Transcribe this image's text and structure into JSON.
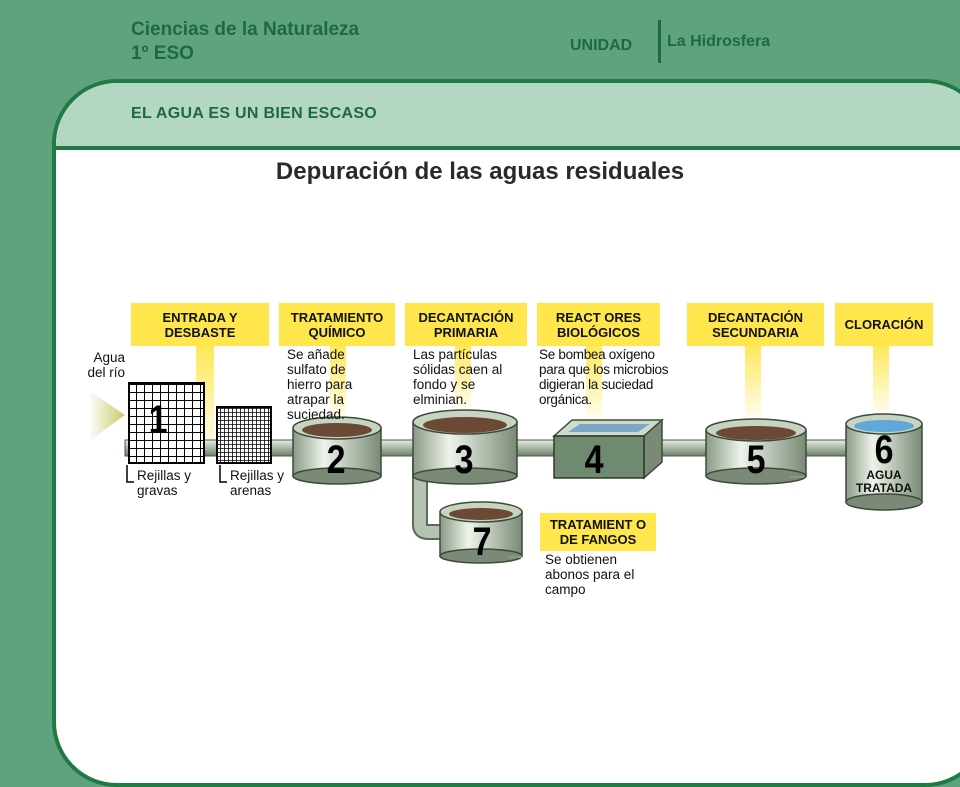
{
  "header": {
    "subject": "Ciencias de la Naturaleza",
    "course": "1º ESO",
    "unit_label": "UNIDAD",
    "unit_name": "La Hidrosfera",
    "section": "EL AGUA ES UN BIEN ESCASO"
  },
  "title": "Depuración de las aguas residuales",
  "inlet_label": [
    "Agua",
    "del río"
  ],
  "stages": [
    {
      "name": "ENTRADA Y DESBASTE",
      "number": "1",
      "notes": [
        "Rejillas y gravas",
        "Rejillas y arenas"
      ]
    },
    {
      "name": "TRATAMIENTO QUÍMICO",
      "number": "2",
      "description": "Se añade sulfato de hierro para atrapar la suciedad."
    },
    {
      "name": "DECANTACIÓN PRIMARIA",
      "number": "3",
      "description": "Las partículas sólidas caen al fondo y se elminian."
    },
    {
      "name": "REACT ORES BIOLÓGICOS",
      "number": "4",
      "description": "Se bombea oxígeno para que los microbios digieran la suciedad orgánica."
    },
    {
      "name": "DECANTACIÓN SECUNDARIA",
      "number": "5"
    },
    {
      "name": "CLORACIÓN",
      "number": "6",
      "tank_label": "AGUA TRATADA"
    },
    {
      "name": "TRATAMIENT O DE FANGOS",
      "number": "7",
      "description": "Se obtienen abonos para el campo"
    }
  ],
  "colors": {
    "background": "#5fa37e",
    "band": "#b4d7c4",
    "accent": "#1c6b3f",
    "label_fill": "#ffe64d",
    "tank": "#b9c8b3"
  }
}
